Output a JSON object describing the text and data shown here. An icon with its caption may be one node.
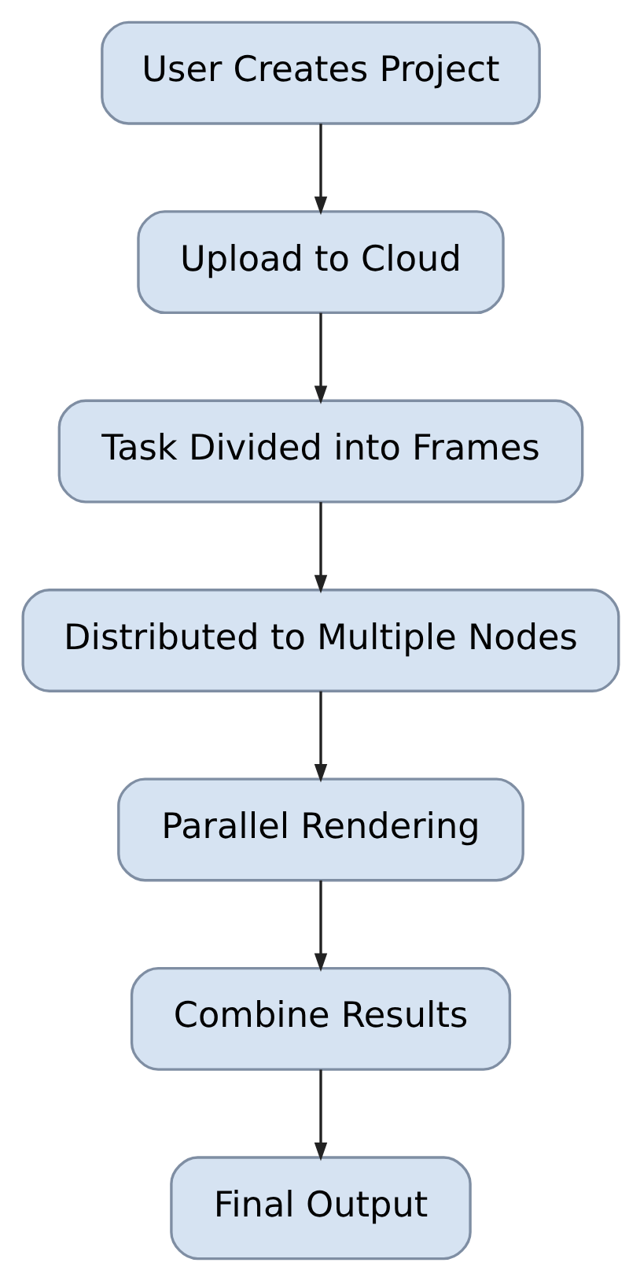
{
  "diagram": {
    "nodes": [
      {
        "text": [
          "User Creates Project"
        ]
      },
      {
        "text": [
          "Upload to Cloud"
        ]
      },
      {
        "text": [
          "Task Divided into Frames"
        ]
      },
      {
        "text": [
          "Distributed to Multiple Nodes"
        ]
      },
      {
        "text": [
          "Parallel Rendering"
        ]
      },
      {
        "text": [
          "Combine Results"
        ]
      },
      {
        "text": [
          "Final Output"
        ]
      }
    ],
    "edges": [
      {
        "from": 0,
        "to": 1,
        "arrow": "to"
      },
      {
        "from": 1,
        "to": 2,
        "arrow": "to"
      },
      {
        "from": 2,
        "to": 3,
        "arrow": "to"
      },
      {
        "from": 3,
        "to": 4,
        "arrow": "to"
      },
      {
        "from": 4,
        "to": 5,
        "arrow": "to"
      },
      {
        "from": 5,
        "to": 6,
        "arrow": "to"
      }
    ]
  }
}
